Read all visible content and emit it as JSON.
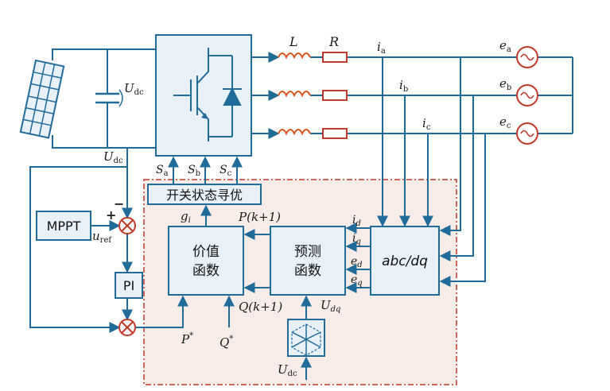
{
  "colors": {
    "wire": "#1f6b9a",
    "box_fill": "#e8f1f8",
    "inductor": "#d9541e",
    "resistor": "#c0392b",
    "dashed_border": "#c0392b",
    "dashed_fill": "#f7ece8",
    "source": "#c0392b",
    "summer": "#c0392b"
  },
  "labels": {
    "L": "L",
    "R": "R",
    "udc_cap": "U",
    "udc_cap_sub": "dc",
    "udc_bus": "U",
    "udc_bus_sub": "dc",
    "ia": "i",
    "ia_sub": "a",
    "ib": "i",
    "ib_sub": "b",
    "ic": "i",
    "ic_sub": "c",
    "ea": "e",
    "ea_sub": "a",
    "eb": "e",
    "eb_sub": "b",
    "ec": "e",
    "ec_sub": "c",
    "sa": "S",
    "sa_sub": "a",
    "sb": "S",
    "sb_sub": "b",
    "sc": "S",
    "sc_sub": "c",
    "gi": "g",
    "gi_sub": "i",
    "pk1": "P(k+1)",
    "qk1": "Q(k+1)",
    "id": "i",
    "id_sub": "d",
    "iq": "i",
    "iq_sub": "q",
    "ed": "e",
    "ed_sub": "d",
    "eq": "e",
    "eq_sub": "q",
    "udq": "U",
    "udq_sub": "dq",
    "udc_bottom": "U",
    "udc_bottom_sub": "dc",
    "uref": "u",
    "uref_sub": "ref",
    "pstar": "P",
    "qstar": "Q",
    "star": "*",
    "plus": "+",
    "minus": "−"
  },
  "blocks": {
    "switch_opt": "开关状态寻优",
    "cost_line1": "价值",
    "cost_line2": "函数",
    "predict_line1": "预测",
    "predict_line2": "函数",
    "abcdq": "abc/dq",
    "mppt": "MPPT",
    "pi": "PI"
  }
}
